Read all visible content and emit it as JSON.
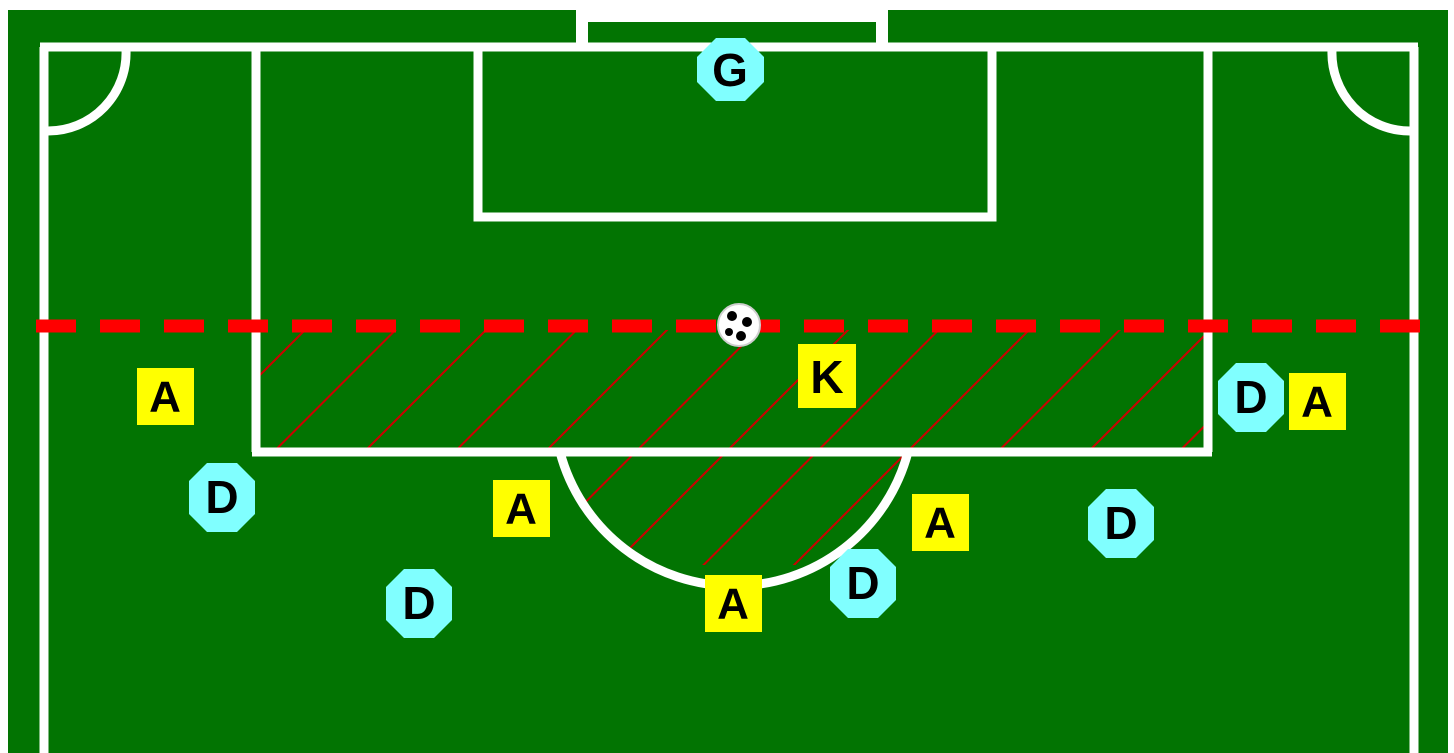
{
  "colors": {
    "pitch": "#027402",
    "lines": "#ffffff",
    "offside_line": "#ff0000",
    "hatch": "#cc0000",
    "attacker_fill": "#ffff00",
    "defender_fill": "#80ffff",
    "goalkeeper_fill": "#80ffff"
  },
  "legend_labels": {
    "attacker": "A",
    "defender": "D",
    "goalkeeper": "G",
    "kicker": "K"
  },
  "players": {
    "goalkeeper": {
      "label": "G",
      "role": "goalkeeper"
    },
    "kicker": {
      "label": "K",
      "role": "kicker"
    },
    "attacker_1": {
      "label": "A",
      "role": "attacker"
    },
    "attacker_2": {
      "label": "A",
      "role": "attacker"
    },
    "attacker_3": {
      "label": "A",
      "role": "attacker"
    },
    "attacker_4": {
      "label": "A",
      "role": "attacker"
    },
    "attacker_5": {
      "label": "A",
      "role": "attacker"
    },
    "defender_1": {
      "label": "D",
      "role": "defender"
    },
    "defender_2": {
      "label": "D",
      "role": "defender"
    },
    "defender_3": {
      "label": "D",
      "role": "defender"
    },
    "defender_4": {
      "label": "D",
      "role": "defender"
    },
    "defender_5": {
      "label": "D",
      "role": "defender"
    }
  },
  "icons": {
    "ball": "soccer-ball-icon"
  }
}
